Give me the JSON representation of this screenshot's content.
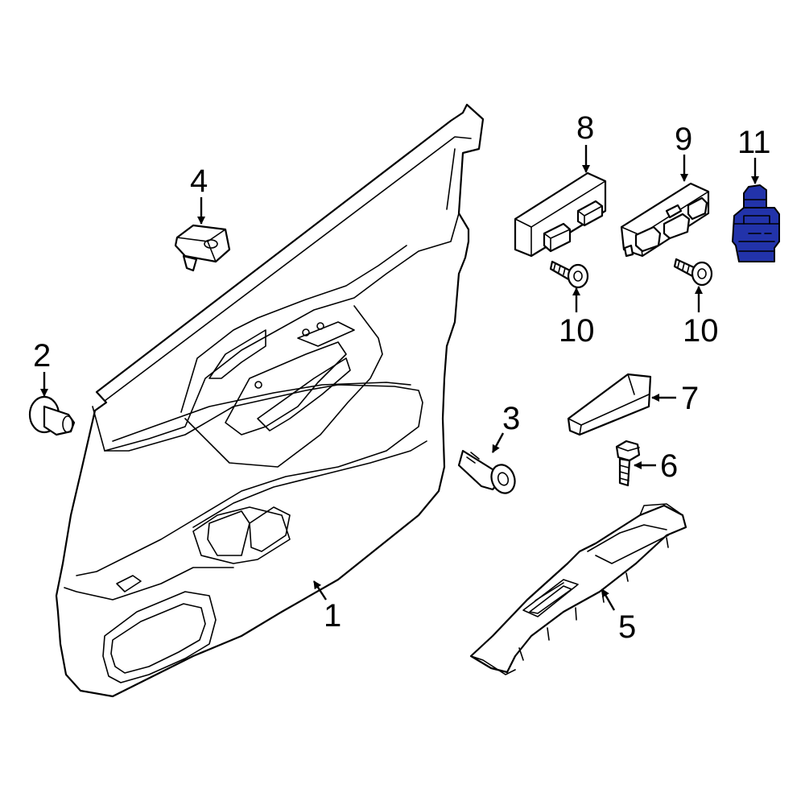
{
  "diagram": {
    "callouts": {
      "c1": "1",
      "c2": "2",
      "c3": "3",
      "c4": "4",
      "c5": "5",
      "c6": "6",
      "c7": "7",
      "c8": "8",
      "c9": "9",
      "c10a": "10",
      "c10b": "10",
      "c11": "11"
    },
    "highlight_color": "#2233aa",
    "highlighted_part": "11"
  }
}
